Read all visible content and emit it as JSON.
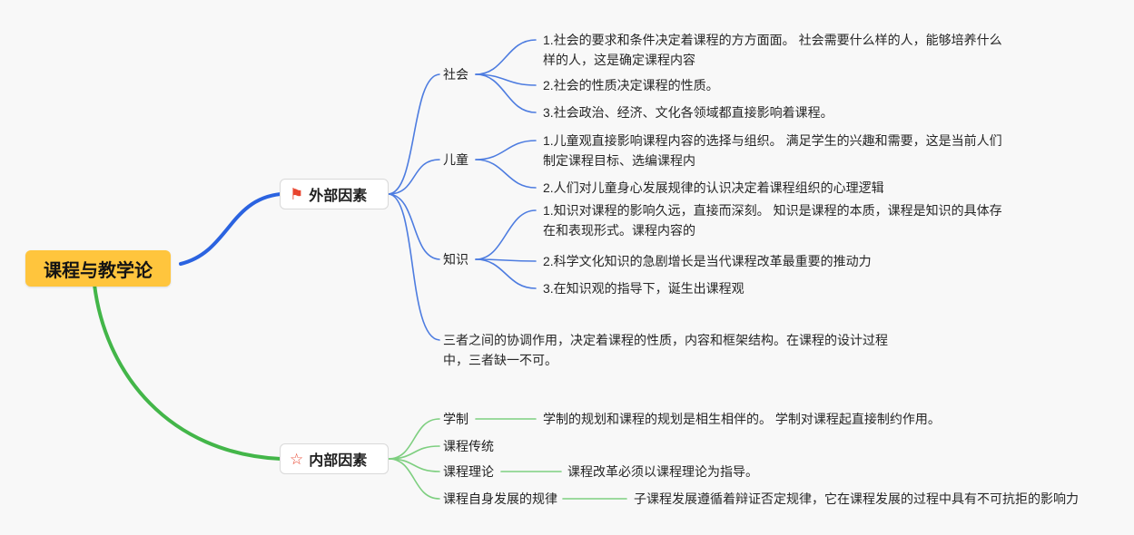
{
  "root": {
    "label": "课程与教学论"
  },
  "colors": {
    "central_bg": "#ffc53d",
    "branch_blue": "#2b63e0",
    "branch_blue_light": "#4d7ce0",
    "branch_green": "#43b649",
    "branch_green_light": "#7ecf80",
    "icon_red": "#e8442e"
  },
  "icons": {
    "external": {
      "name": "flag-icon",
      "glyph": "⚑"
    },
    "internal": {
      "name": "star-icon",
      "glyph": "☆"
    }
  },
  "branches": [
    {
      "label": "外部因素",
      "children": [
        {
          "label": "社会",
          "items": [
            "1.社会的要求和条件决定着课程的方方面面。 社会需要什么样的人，能够培养什么样的人，这是确定课程内容",
            "2.社会的性质决定课程的性质。",
            "3.社会政治、经济、文化各领域都直接影响着课程。"
          ]
        },
        {
          "label": "儿童",
          "items": [
            "1.儿童观直接影响课程内容的选择与组织。 满足学生的兴趣和需要，这是当前人们制定课程目标、选编课程内",
            "2.人们对儿童身心发展规律的认识决定着课程组织的心理逻辑"
          ]
        },
        {
          "label": "知识",
          "items": [
            "1.知识对课程的影响久远，直接而深刻。 知识是课程的本质，课程是知识的具体存在和表现形式。课程内容的",
            "2.科学文化知识的急剧增长是当代课程改革最重要的推动力",
            "3.在知识观的指导下，诞生出课程观"
          ]
        }
      ],
      "note": "三者之间的协调作用，决定着课程的性质，内容和框架结构。在课程的设计过程中，三者缺一不可。"
    },
    {
      "label": "内部因素",
      "children": [
        {
          "label": "学制",
          "desc": "学制的规划和课程的规划是相生相伴的。 学制对课程起直接制约作用。"
        },
        {
          "label": "课程传统",
          "desc": ""
        },
        {
          "label": "课程理论",
          "desc": "课程改革必须以课程理论为指导。"
        },
        {
          "label": "课程自身发展的规律",
          "desc": "子课程发展遵循着辩证否定规律，它在课程发展的过程中具有不可抗拒的影响力"
        }
      ]
    }
  ]
}
